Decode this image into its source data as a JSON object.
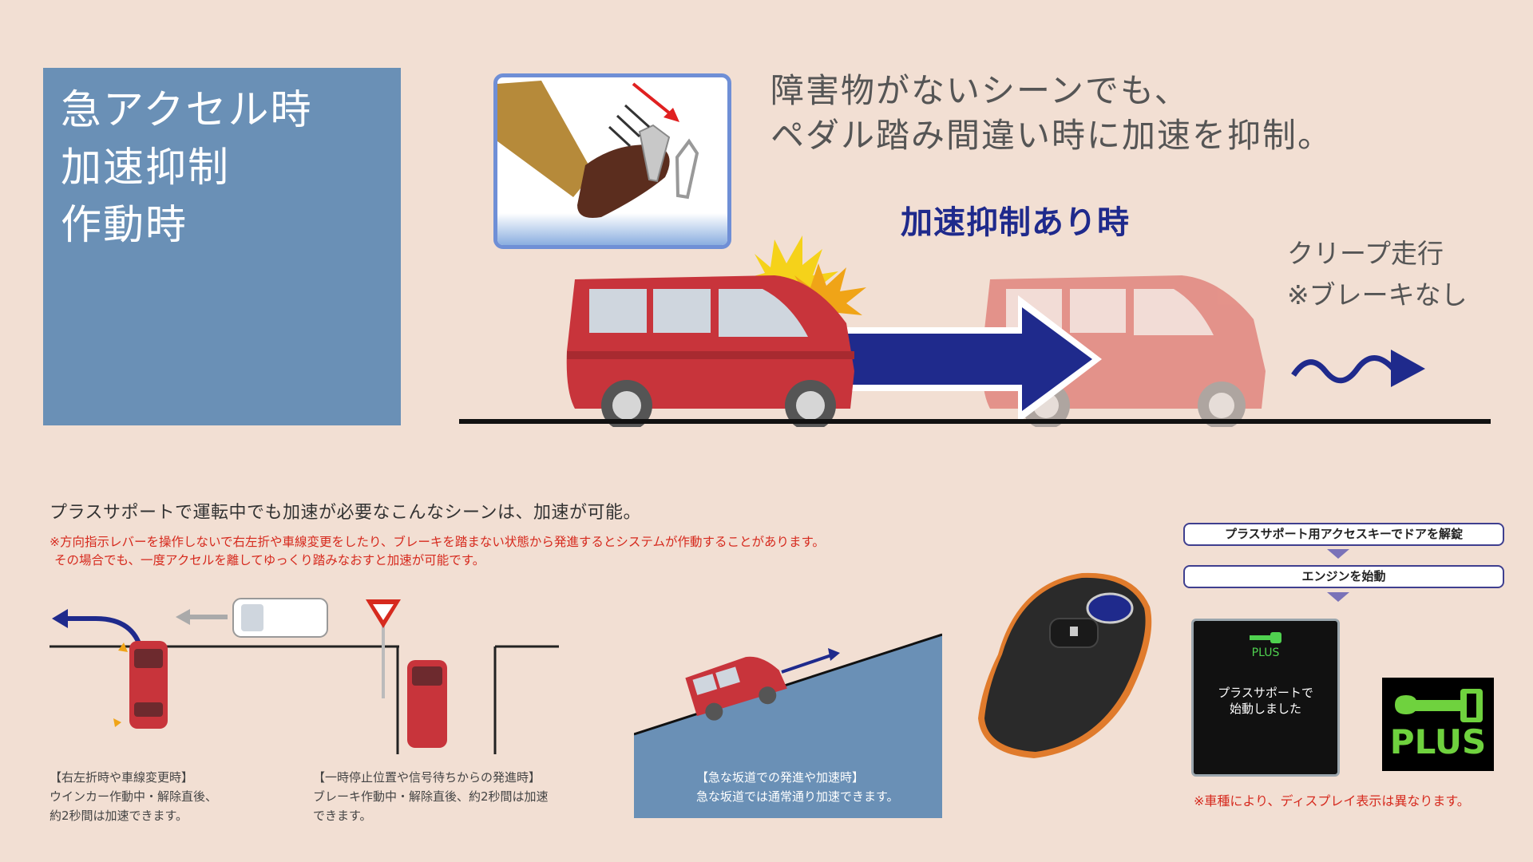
{
  "title_panel": {
    "lines": [
      "急アクセル時",
      "加速抑制",
      "作動時"
    ]
  },
  "headline": {
    "line1": "障害物がないシーンでも、",
    "line2": "ペダル踏み間違い時に加速を抑制。"
  },
  "suppression_label": "加速抑制あり時",
  "creep": {
    "line1": "クリープ走行",
    "line2": "※ブレーキなし"
  },
  "acceleration_section": {
    "heading": "プラスサポートで運転中でも加速が必要なこんなシーンは、加速が可能。",
    "note_line1": "※方向指示レバーを操作しないで右左折や車線変更をしたり、ブレーキを踏まない状態から発進するとシステムが作動することがあります。",
    "note_line2": "その場合でも、一度アクセルを離してゆっくり踏みなおすと加速が可能です。"
  },
  "scenes": [
    {
      "title": "【右左折時や車線変更時】",
      "line1": "ウインカー作動中・解除直後、",
      "line2": "約2秒間は加速できます。"
    },
    {
      "title": "【一時停止位置や信号待ちからの発進時】",
      "line1": "ブレーキ作動中・解除直後、約2秒間は加速",
      "line2": "できます。"
    },
    {
      "title": "【急な坂道での発進や加速時】",
      "line1": "急な坂道では通常通り加速できます。"
    }
  ],
  "plus_support": {
    "step1": "プラスサポート用アクセスキーでドアを解錠",
    "step2": "エンジンを始動",
    "display_small": "PLUS",
    "display_line1": "プラスサポートで",
    "display_line2": "始動しました",
    "badge": "PLUS",
    "footnote": "※車種により、ディスプレイ表示は異なります。"
  },
  "colors": {
    "background": "#f2dfd3",
    "panel_blue": "#6a90b6",
    "arrow_navy": "#1f2a8c",
    "car_red": "#c8343b",
    "note_red": "#d62a1e",
    "plus_green": "#6fd23e"
  }
}
